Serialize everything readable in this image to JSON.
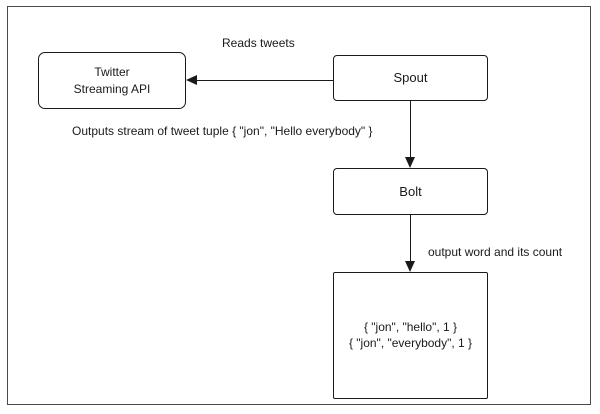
{
  "nodes": {
    "twitter_api": {
      "line1": "Twitter",
      "line2": "Streaming API"
    },
    "spout": {
      "label": "Spout"
    },
    "bolt": {
      "label": "Bolt"
    },
    "result": {
      "line1": "{ \"jon\", \"hello\", 1 }",
      "line2": "{ \"jon\", \"everybody\", 1 }"
    }
  },
  "labels": {
    "reads_tweets": "Reads tweets",
    "outputs_stream": "Outputs stream of tweet tuple { \"jon\", \"Hello everybody\" }",
    "output_word": "output word and its count"
  }
}
